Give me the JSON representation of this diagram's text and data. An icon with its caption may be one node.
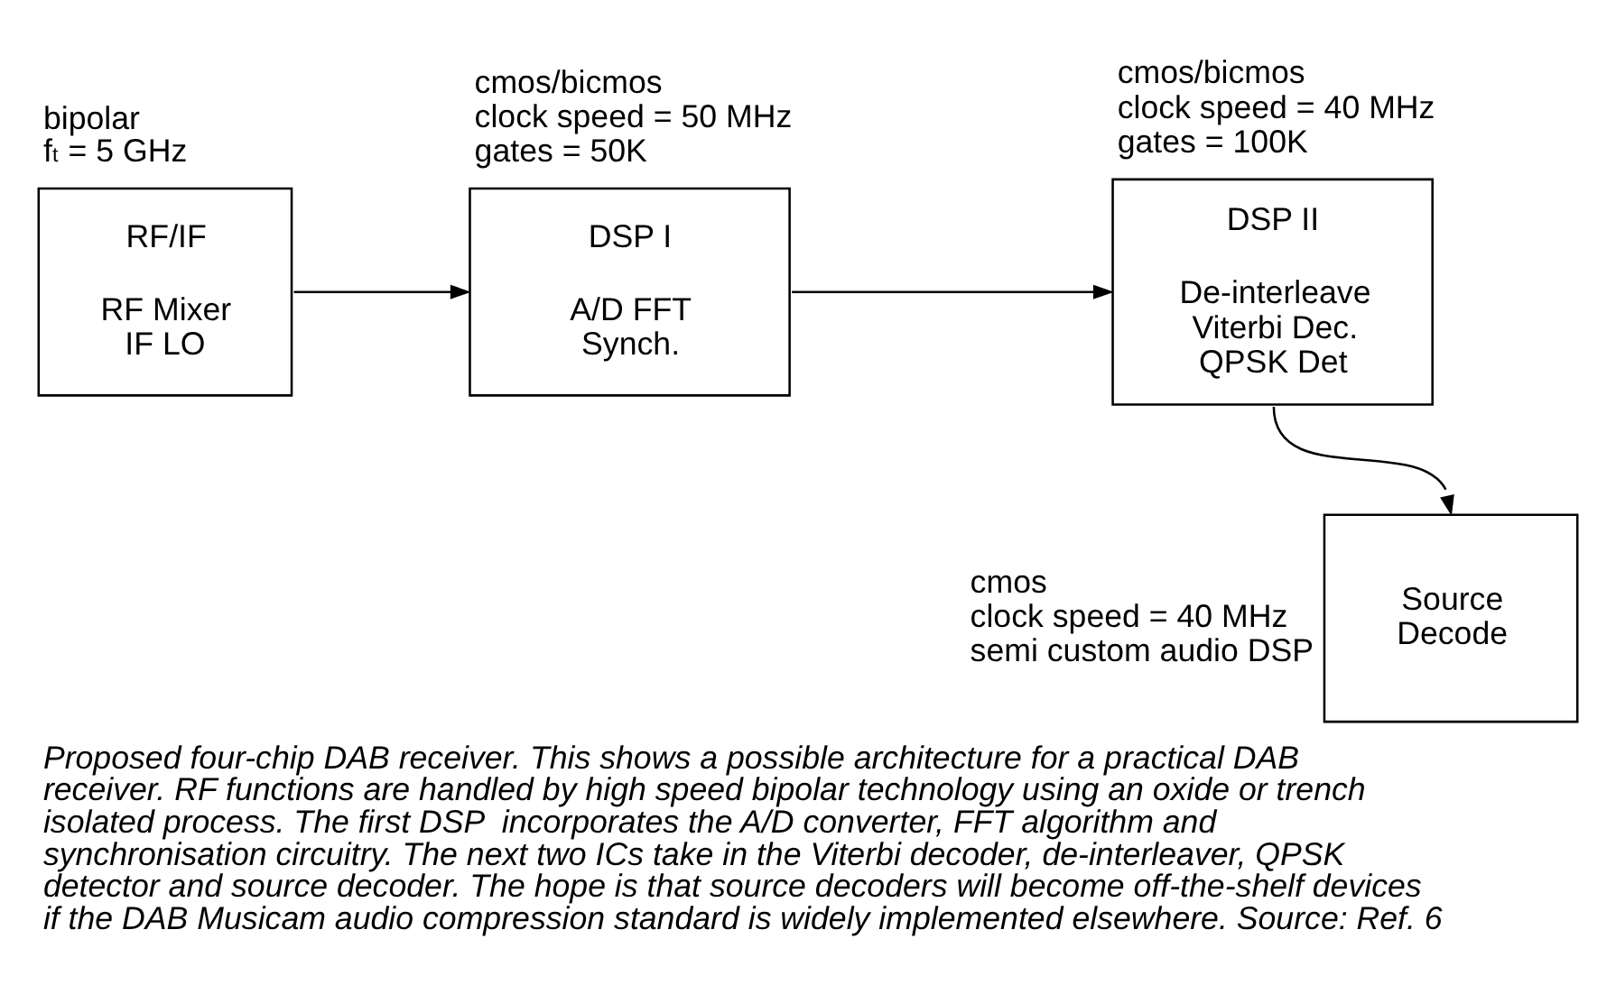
{
  "diagram": {
    "caption": "Proposed four-chip DAB receiver. This shows a possible architecture for a practical DAB receiver. RF functions are handled by high speed bipolar technology using an oxide or trench isolated process. The first DSP  incorporates the A/D converter, FFT algorithm and synchronisation circuitry. The next two ICs take in the Viterbi decoder, de-interleaver, QPSK detector and source decoder. The hope is that source decoders will become off-the-shelf devices if the DAB Musicam audio compression standard is widely implemented elsewhere. Source: Ref. 6",
    "nodes": [
      {
        "text": [
          "RF/IF",
          "RF Mixer IF LO"
        ],
        "beside": [
          "bipolar",
          "f$_{t}$ = 5 GHz"
        ]
      },
      {
        "text": [
          "DSP I",
          "A/D FFT Synch."
        ],
        "beside": [
          "cmos/bicmos",
          "clock speed = 50 MHz",
          "gates = 50K"
        ]
      },
      {
        "text": [
          "DSP II",
          "De-interleave Viterbi Dec. QPSK Det"
        ],
        "beside": [
          "cmos/bicmos",
          "clock speed = 40 MHz",
          "gates = 100K"
        ]
      },
      {
        "text": [
          "Source Decode"
        ],
        "beside": [
          "cmos",
          "clock speed = 40 MHz",
          "semi custom audio DSP"
        ]
      }
    ],
    "edges": [
      {
        "from": 0,
        "to": 1,
        "arrow": "to"
      },
      {
        "from": 1,
        "to": 2,
        "arrow": "to"
      },
      {
        "from": 2,
        "to": 3,
        "arrow": "to"
      }
    ]
  }
}
